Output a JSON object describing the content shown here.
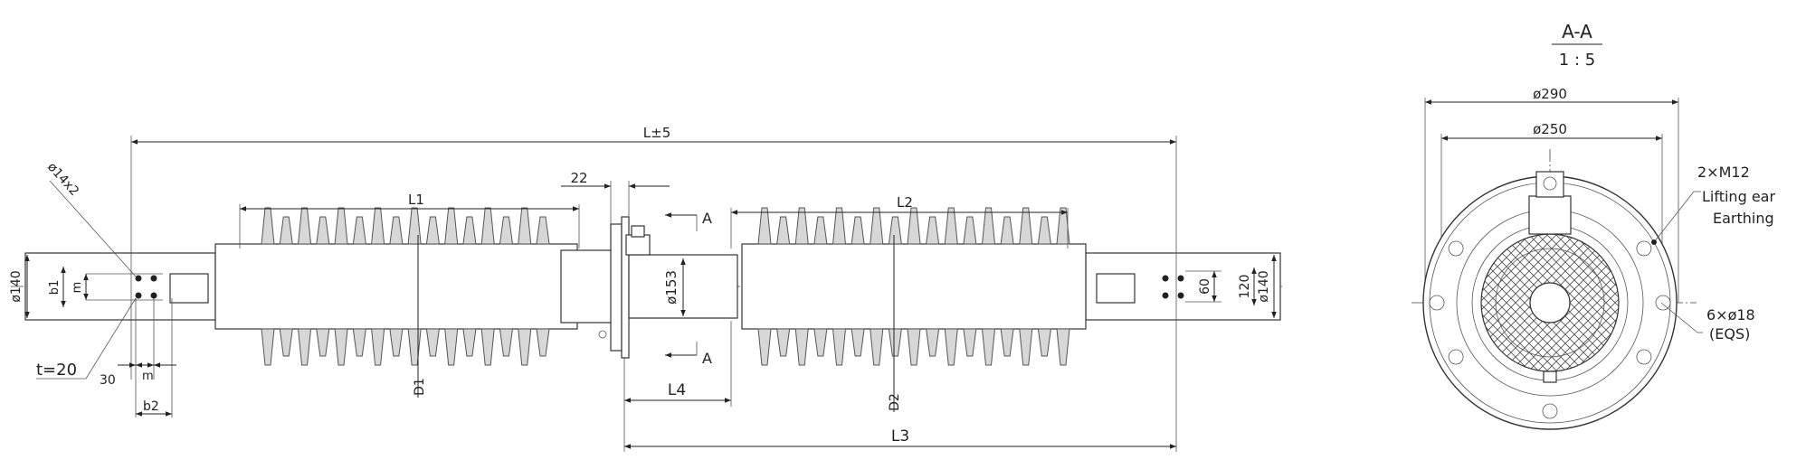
{
  "section_view": {
    "title": "A-A",
    "scale": "1 : 5",
    "dia_outer": "ø290",
    "dia_inner": "ø250",
    "thread": "2×M12",
    "lifting": "Lifting ear",
    "earthing": "Earthing",
    "holes": "6×ø18",
    "eqs": "(EQS)"
  },
  "main_view": {
    "overall_length": "L±5",
    "l1": "L1",
    "l2": "L2",
    "l3": "L3",
    "l4": "L4",
    "d1": "D1",
    "d2": "D2",
    "flange_gap": "22",
    "section_mark_a": "A",
    "dia_mid": "ø153",
    "dia_left": "ø140",
    "dia_right": "ø140",
    "dim_120": "120",
    "dim_60": "60",
    "hole_dia": "ø14x2",
    "b1": "b1",
    "m_vertical": "m",
    "t": "t=20",
    "dim_30": "30",
    "m_horizontal": "m",
    "b2": "b2"
  },
  "colors": {
    "line": "#222222",
    "shed_fill": "#d7d7d7",
    "hatch": "#555555"
  }
}
